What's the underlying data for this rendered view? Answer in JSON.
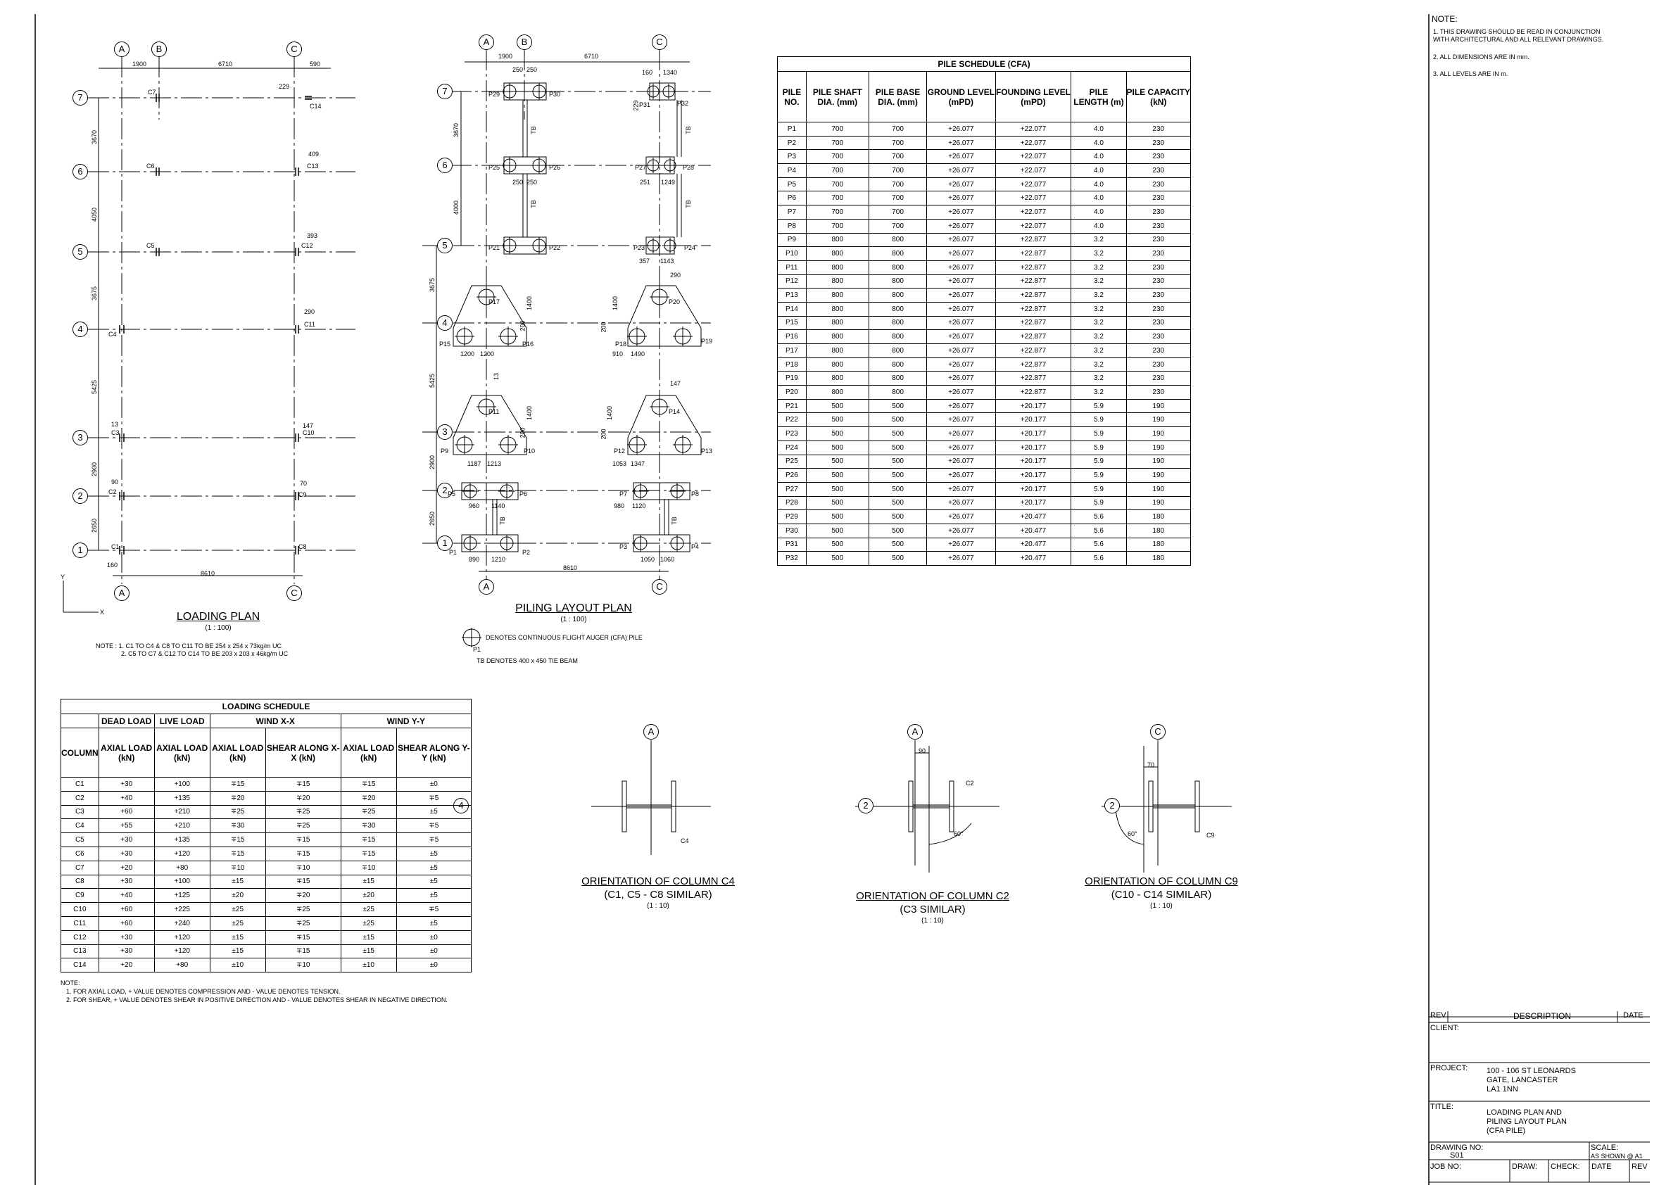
{
  "plans": {
    "loading": {
      "title": "LOADING PLAN",
      "scale": "(1 : 100)",
      "grid_letters": [
        "A",
        "B",
        "C"
      ],
      "grid_numbers": [
        "7",
        "6",
        "5",
        "4",
        "3",
        "2",
        "1"
      ],
      "top_dims": [
        "1900",
        "6710",
        "590"
      ],
      "side_dims": [
        "3670",
        "4050",
        "3675",
        "5425",
        "2900",
        "2650"
      ],
      "bottom_dim": "8610",
      "columns": [
        "C7",
        "C14",
        "C6",
        "C13",
        "C5",
        "C12",
        "C4",
        "C11",
        "C3",
        "C10",
        "C2",
        "C9",
        "C1",
        "C8"
      ],
      "small_dims": [
        "229",
        "409",
        "393",
        "290",
        "13",
        "147",
        "90",
        "70",
        "160"
      ],
      "axes": [
        "Y",
        "X"
      ],
      "note_1": "NOTE : 1. C1 TO C4 & C8 TO C11 TO BE 254 x 254 x 73kg/m UC",
      "note_2": "2. C5 TO C7 & C12 TO C14 TO BE 203 x 203 x 46kg/m UC"
    },
    "piling": {
      "title": "PILING LAYOUT PLAN",
      "scale": "(1 : 100)",
      "top_dims": [
        "1900",
        "6710",
        "160",
        "1340",
        "250",
        "250",
        "229"
      ],
      "side_dims": [
        "3670",
        "4000",
        "3675",
        "5425",
        "2900",
        "2650"
      ],
      "bottom_dim": "8610",
      "piles": [
        "P29",
        "P30",
        "P31",
        "P32",
        "P25",
        "P26",
        "P27",
        "P28",
        "P21",
        "P22",
        "P23",
        "P24",
        "P17",
        "P20",
        "P15",
        "P16",
        "P18",
        "P19",
        "P11",
        "P14",
        "P9",
        "P10",
        "P12",
        "P13",
        "P5",
        "P6",
        "P7",
        "P8",
        "P1",
        "P2",
        "P3",
        "P4"
      ],
      "dims": [
        "1200",
        "1200",
        "910",
        "1490",
        "1187",
        "1213",
        "1053",
        "1347",
        "960",
        "1140",
        "980",
        "1120",
        "890",
        "1210",
        "1050",
        "1060",
        "250",
        "250",
        "251",
        "1249",
        "357",
        "1143",
        "290",
        "147",
        "13",
        "1400",
        "1400",
        "1400",
        "1400",
        "200",
        "200",
        "200",
        "200"
      ],
      "tie_beam": "TB",
      "legend_pile": "DENOTES CONTINUOUS FLIGHT AUGER (CFA) PILE",
      "legend_pile_tag": "P1",
      "legend_tb": "TB DENOTES 400 x 450 TIE BEAM"
    }
  },
  "pile_schedule": {
    "title": "PILE SCHEDULE  (CFA)",
    "headers": [
      "PILE NO.",
      "PILE SHAFT DIA. (mm)",
      "PILE BASE DIA. (mm)",
      "GROUND LEVEL (mPD)",
      "FOUNDING LEVEL (mPD)",
      "PILE LENGTH (m)",
      "PILE CAPACITY (kN)"
    ],
    "rows": [
      [
        "P1",
        "700",
        "700",
        "+26.077",
        "+22.077",
        "4.0",
        "230"
      ],
      [
        "P2",
        "700",
        "700",
        "+26.077",
        "+22.077",
        "4.0",
        "230"
      ],
      [
        "P3",
        "700",
        "700",
        "+26.077",
        "+22.077",
        "4.0",
        "230"
      ],
      [
        "P4",
        "700",
        "700",
        "+26.077",
        "+22.077",
        "4.0",
        "230"
      ],
      [
        "P5",
        "700",
        "700",
        "+26.077",
        "+22.077",
        "4.0",
        "230"
      ],
      [
        "P6",
        "700",
        "700",
        "+26.077",
        "+22.077",
        "4.0",
        "230"
      ],
      [
        "P7",
        "700",
        "700",
        "+26.077",
        "+22.077",
        "4.0",
        "230"
      ],
      [
        "P8",
        "700",
        "700",
        "+26.077",
        "+22.077",
        "4.0",
        "230"
      ],
      [
        "P9",
        "800",
        "800",
        "+26.077",
        "+22.877",
        "3.2",
        "230"
      ],
      [
        "P10",
        "800",
        "800",
        "+26.077",
        "+22.877",
        "3.2",
        "230"
      ],
      [
        "P11",
        "800",
        "800",
        "+26.077",
        "+22.877",
        "3.2",
        "230"
      ],
      [
        "P12",
        "800",
        "800",
        "+26.077",
        "+22.877",
        "3.2",
        "230"
      ],
      [
        "P13",
        "800",
        "800",
        "+26.077",
        "+22.877",
        "3.2",
        "230"
      ],
      [
        "P14",
        "800",
        "800",
        "+26.077",
        "+22.877",
        "3.2",
        "230"
      ],
      [
        "P15",
        "800",
        "800",
        "+26.077",
        "+22.877",
        "3.2",
        "230"
      ],
      [
        "P16",
        "800",
        "800",
        "+26.077",
        "+22.877",
        "3.2",
        "230"
      ],
      [
        "P17",
        "800",
        "800",
        "+26.077",
        "+22.877",
        "3.2",
        "230"
      ],
      [
        "P18",
        "800",
        "800",
        "+26.077",
        "+22.877",
        "3.2",
        "230"
      ],
      [
        "P19",
        "800",
        "800",
        "+26.077",
        "+22.877",
        "3.2",
        "230"
      ],
      [
        "P20",
        "800",
        "800",
        "+26.077",
        "+22.877",
        "3.2",
        "230"
      ],
      [
        "P21",
        "500",
        "500",
        "+26.077",
        "+20.177",
        "5.9",
        "190"
      ],
      [
        "P22",
        "500",
        "500",
        "+26.077",
        "+20.177",
        "5.9",
        "190"
      ],
      [
        "P23",
        "500",
        "500",
        "+26.077",
        "+20.177",
        "5.9",
        "190"
      ],
      [
        "P24",
        "500",
        "500",
        "+26.077",
        "+20.177",
        "5.9",
        "190"
      ],
      [
        "P25",
        "500",
        "500",
        "+26.077",
        "+20.177",
        "5.9",
        "190"
      ],
      [
        "P26",
        "500",
        "500",
        "+26.077",
        "+20.177",
        "5.9",
        "190"
      ],
      [
        "P27",
        "500",
        "500",
        "+26.077",
        "+20.177",
        "5.9",
        "190"
      ],
      [
        "P28",
        "500",
        "500",
        "+26.077",
        "+20.177",
        "5.9",
        "190"
      ],
      [
        "P29",
        "500",
        "500",
        "+26.077",
        "+20.477",
        "5.6",
        "180"
      ],
      [
        "P30",
        "500",
        "500",
        "+26.077",
        "+20.477",
        "5.6",
        "180"
      ],
      [
        "P31",
        "500",
        "500",
        "+26.077",
        "+20.477",
        "5.6",
        "180"
      ],
      [
        "P32",
        "500",
        "500",
        "+26.077",
        "+20.477",
        "5.6",
        "180"
      ]
    ]
  },
  "loading_schedule": {
    "title": "LOADING SCHEDULE",
    "groups": [
      "DEAD LOAD",
      "LIVE LOAD",
      "WIND X-X",
      "WIND Y-Y"
    ],
    "headers": [
      "COLUMN",
      "AXIAL LOAD (kN)",
      "AXIAL LOAD (kN)",
      "AXIAL LOAD (kN)",
      "SHEAR ALONG X-X (kN)",
      "AXIAL LOAD (kN)",
      "SHEAR ALONG Y-Y (kN)"
    ],
    "rows": [
      [
        "C1",
        "+30",
        "+100",
        "∓15",
        "∓15",
        "∓15",
        "±0"
      ],
      [
        "C2",
        "+40",
        "+135",
        "∓20",
        "∓20",
        "∓20",
        "∓5"
      ],
      [
        "C3",
        "+60",
        "+210",
        "∓25",
        "∓25",
        "∓25",
        "±5"
      ],
      [
        "C4",
        "+55",
        "+210",
        "∓30",
        "∓25",
        "∓30",
        "∓5"
      ],
      [
        "C5",
        "+30",
        "+135",
        "∓15",
        "∓15",
        "∓15",
        "∓5"
      ],
      [
        "C6",
        "+30",
        "+120",
        "∓15",
        "∓15",
        "∓15",
        "±5"
      ],
      [
        "C7",
        "+20",
        "+80",
        "∓10",
        "∓10",
        "∓10",
        "±5"
      ],
      [
        "C8",
        "+30",
        "+100",
        "±15",
        "∓15",
        "±15",
        "±5"
      ],
      [
        "C9",
        "+40",
        "+125",
        "±20",
        "∓20",
        "±20",
        "±5"
      ],
      [
        "C10",
        "+60",
        "+225",
        "±25",
        "∓25",
        "±25",
        "∓5"
      ],
      [
        "C11",
        "+60",
        "+240",
        "±25",
        "∓25",
        "±25",
        "±5"
      ],
      [
        "C12",
        "+30",
        "+120",
        "±15",
        "∓15",
        "±15",
        "±0"
      ],
      [
        "C13",
        "+30",
        "+120",
        "±15",
        "∓15",
        "±15",
        "±0"
      ],
      [
        "C14",
        "+20",
        "+80",
        "±10",
        "∓10",
        "±10",
        "±0"
      ]
    ],
    "note_title": "NOTE:",
    "note_1": "1.    FOR AXIAL LOAD, + VALUE DENOTES COMPRESSION AND  - VALUE DENOTES TENSION.",
    "note_2": "2.    FOR SHEAR, + VALUE DENOTES SHEAR IN POSITIVE DIRECTION AND - VALUE DENOTES SHEAR IN NEGATIVE DIRECTION."
  },
  "details": [
    {
      "grid_a": "A",
      "grid_b": "4",
      "col": "C4",
      "title": "ORIENTATION OF COLUMN C4",
      "sub": "(C1, C5 - C8 SIMILAR)",
      "scale": "(1 : 10)"
    },
    {
      "grid_a": "A",
      "grid_b": "2",
      "col": "C2",
      "dim": "90",
      "angle": "60°",
      "title": "ORIENTATION OF COLUMN C2",
      "sub": "(C3 SIMILAR)",
      "scale": "(1 : 10)"
    },
    {
      "grid_a": "C",
      "grid_b": "2",
      "col": "C9",
      "dim": "70",
      "angle": "60°",
      "title": "ORIENTATION OF COLUMN C9",
      "sub": "(C10 - C14 SIMILAR)",
      "scale": "(1 : 10)"
    }
  ],
  "notes": {
    "title": "NOTE:",
    "items": [
      "1. THIS DRAWING SHOULD BE READ IN CONJUNCTION",
      "WITH ARCHITECTURAL AND ALL RELEVANT DRAWINGS.",
      "2. ALL DIMENSIONS ARE IN mm.",
      "3. ALL LEVELS ARE IN m."
    ]
  },
  "title_block": {
    "rev": "REV",
    "description": "DESCRIPTION",
    "date": "DATE",
    "client": "CLIENT:",
    "project_label": "PROJECT:",
    "project": [
      "100 - 106 ST LEONARDS",
      "GATE, LANCASTER",
      "LA1 1NN"
    ],
    "title_label": "TITLE:",
    "title": [
      "LOADING PLAN AND",
      "PILING LAYOUT PLAN",
      "(CFA PILE)"
    ],
    "drawing_no_label": "DRAWING NO:",
    "drawing_no": "S01",
    "scale_label": "SCALE:",
    "scale": "AS SHOWN @ A1",
    "job_no": "JOB NO:",
    "draw": "DRAW:",
    "check": "CHECK:",
    "date2": "DATE",
    "rev2": "REV"
  }
}
